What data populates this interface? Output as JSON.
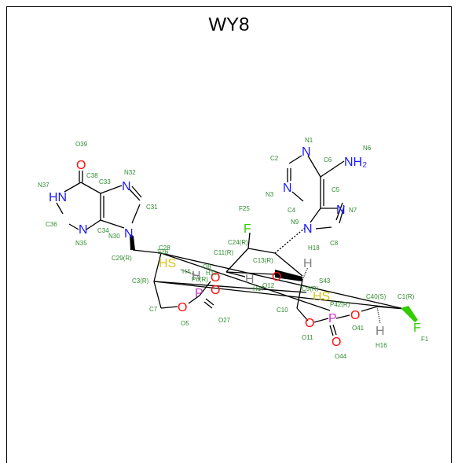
{
  "title": "WY8",
  "colors": {
    "carbon": "#000000",
    "nitrogen": "#1a1aff",
    "oxygen": "#ff0d0d",
    "phosphorus": "#cc33cc",
    "sulfur": "#d9c21a",
    "fluorine": "#33cc00",
    "hydrogen": "#808080",
    "label": "#2e8b2e"
  },
  "atoms": [
    {
      "sym": "O",
      "color": "oxygen"
    },
    {
      "sym": "N",
      "color": "nitrogen"
    },
    {
      "sym": "HN",
      "color": "nitrogen"
    },
    {
      "sym": "N",
      "color": "nitrogen"
    },
    {
      "sym": "N",
      "color": "nitrogen"
    },
    {
      "sym": "N",
      "color": "nitrogen"
    },
    {
      "sym": "N",
      "color": "nitrogen"
    },
    {
      "sym": "N",
      "color": "nitrogen"
    },
    {
      "sym": "N",
      "color": "nitrogen"
    },
    {
      "sym": "N",
      "color": "nitrogen"
    },
    {
      "sym": "NH₂",
      "color": "nitrogen"
    },
    {
      "sym": "F",
      "color": "fluorine"
    },
    {
      "sym": "F",
      "color": "fluorine"
    },
    {
      "sym": "HS",
      "color": "sulfur"
    },
    {
      "sym": "HS",
      "color": "sulfur"
    },
    {
      "sym": "P",
      "color": "phosphorus"
    },
    {
      "sym": "P",
      "color": "phosphorus"
    },
    {
      "sym": "O",
      "color": "oxygen"
    },
    {
      "sym": "O",
      "color": "oxygen"
    },
    {
      "sym": "O",
      "color": "oxygen"
    },
    {
      "sym": "O",
      "color": "oxygen"
    },
    {
      "sym": "O",
      "color": "oxygen"
    },
    {
      "sym": "O",
      "color": "oxygen"
    },
    {
      "sym": "O",
      "color": "oxygen"
    },
    {
      "sym": "H",
      "color": "hydrogen"
    },
    {
      "sym": "H",
      "color": "hydrogen"
    },
    {
      "sym": "H",
      "color": "hydrogen"
    },
    {
      "sym": "H",
      "color": "hydrogen"
    }
  ],
  "labels": [
    "O39",
    "N37",
    "C38",
    "C33",
    "N32",
    "C31",
    "C36",
    "N35",
    "C34",
    "N30",
    "C29(R)",
    "C28",
    "S26",
    "C3(R)",
    "H4",
    "P6(R)",
    "C7",
    "O5",
    "O27",
    "O8",
    "H11",
    "C11(R)",
    "C24(R)",
    "F25",
    "C13(R)",
    "O12",
    "H17",
    "H18",
    "S43",
    "C9(R)",
    "C10",
    "O11",
    "P42(R)",
    "O41",
    "O44",
    "C40(S)",
    "C1(R)",
    "F1",
    "H16",
    "N1",
    "C2",
    "N3",
    "C4",
    "C5",
    "C6",
    "N6",
    "N7",
    "C8",
    "N9"
  ]
}
